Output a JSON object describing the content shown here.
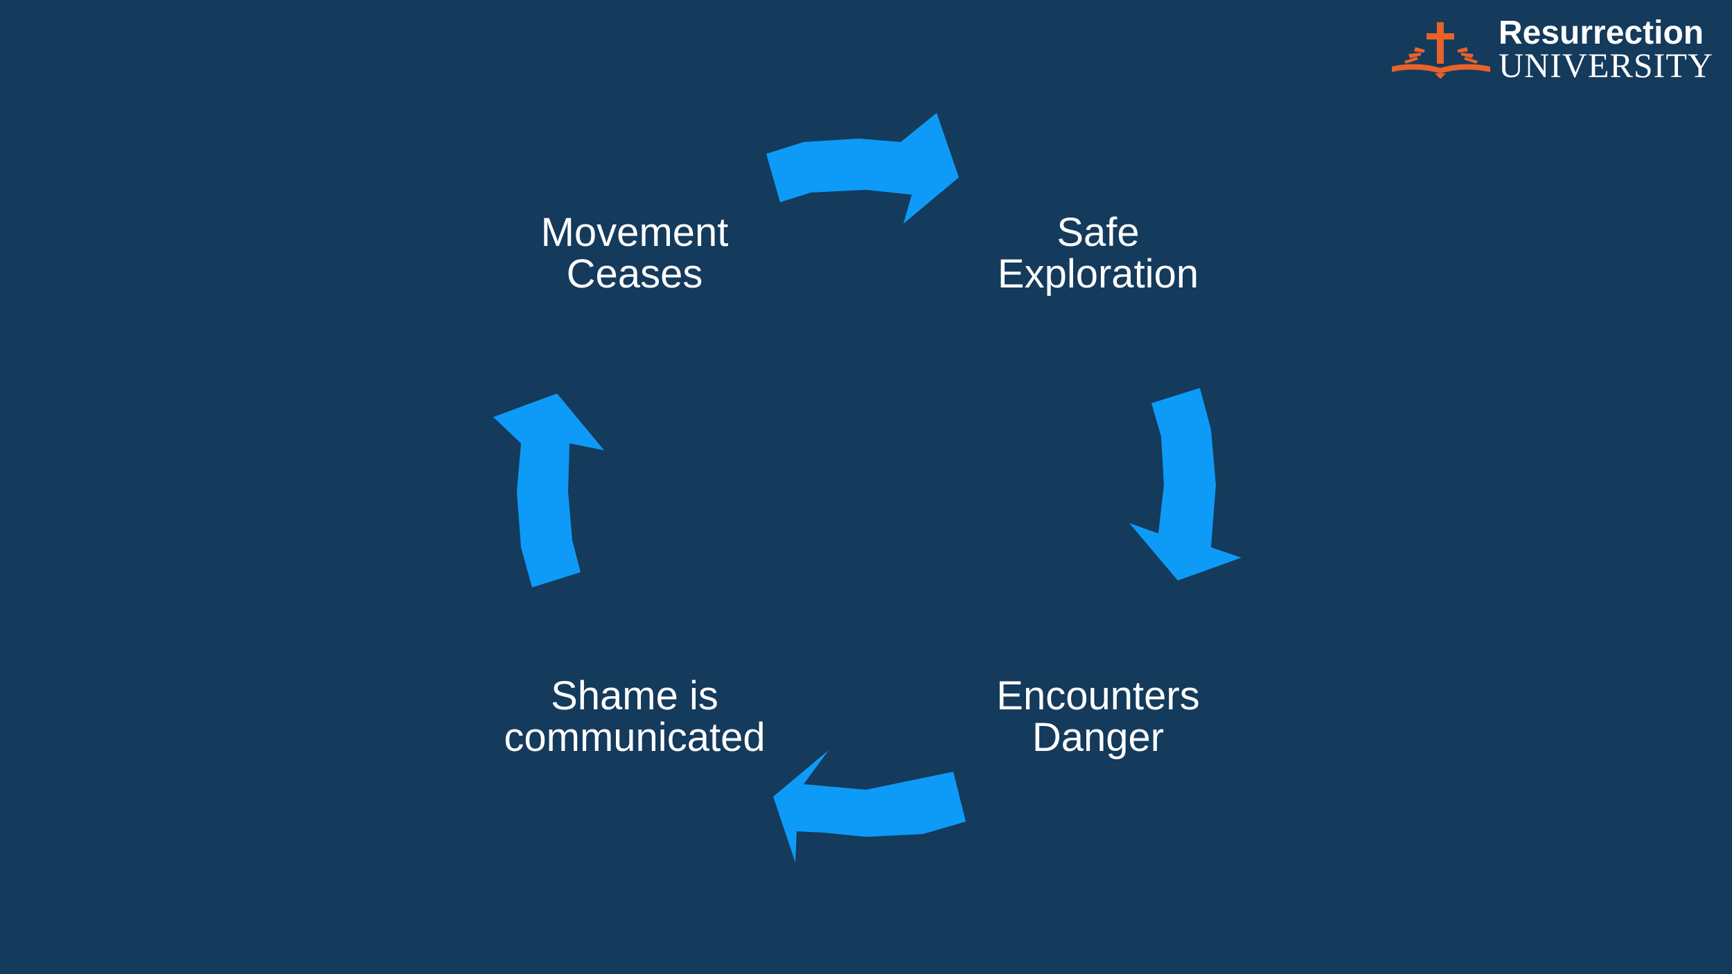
{
  "slide": {
    "background": "#143a5c",
    "arrow_color": "#0d9bf7"
  },
  "logo": {
    "line1": "Resurrection",
    "line2": "UNIVERSITY",
    "accent_color": "#e8622a",
    "icon": "cross-sunrise-book-icon"
  },
  "cycle": {
    "nodes": [
      {
        "id": "movement",
        "line1": "Movement",
        "line2": "Ceases"
      },
      {
        "id": "safe",
        "line1": "Safe",
        "line2": "Exploration"
      },
      {
        "id": "danger",
        "line1": "Encounters",
        "line2": "Danger"
      },
      {
        "id": "shame",
        "line1": "Shame is",
        "line2": "communicated"
      }
    ],
    "arrows": [
      {
        "from": "movement",
        "to": "safe",
        "icon": "curved-arrow-right-icon"
      },
      {
        "from": "safe",
        "to": "danger",
        "icon": "curved-arrow-down-icon"
      },
      {
        "from": "danger",
        "to": "shame",
        "icon": "curved-arrow-left-icon"
      },
      {
        "from": "shame",
        "to": "movement",
        "icon": "curved-arrow-up-icon"
      }
    ]
  }
}
